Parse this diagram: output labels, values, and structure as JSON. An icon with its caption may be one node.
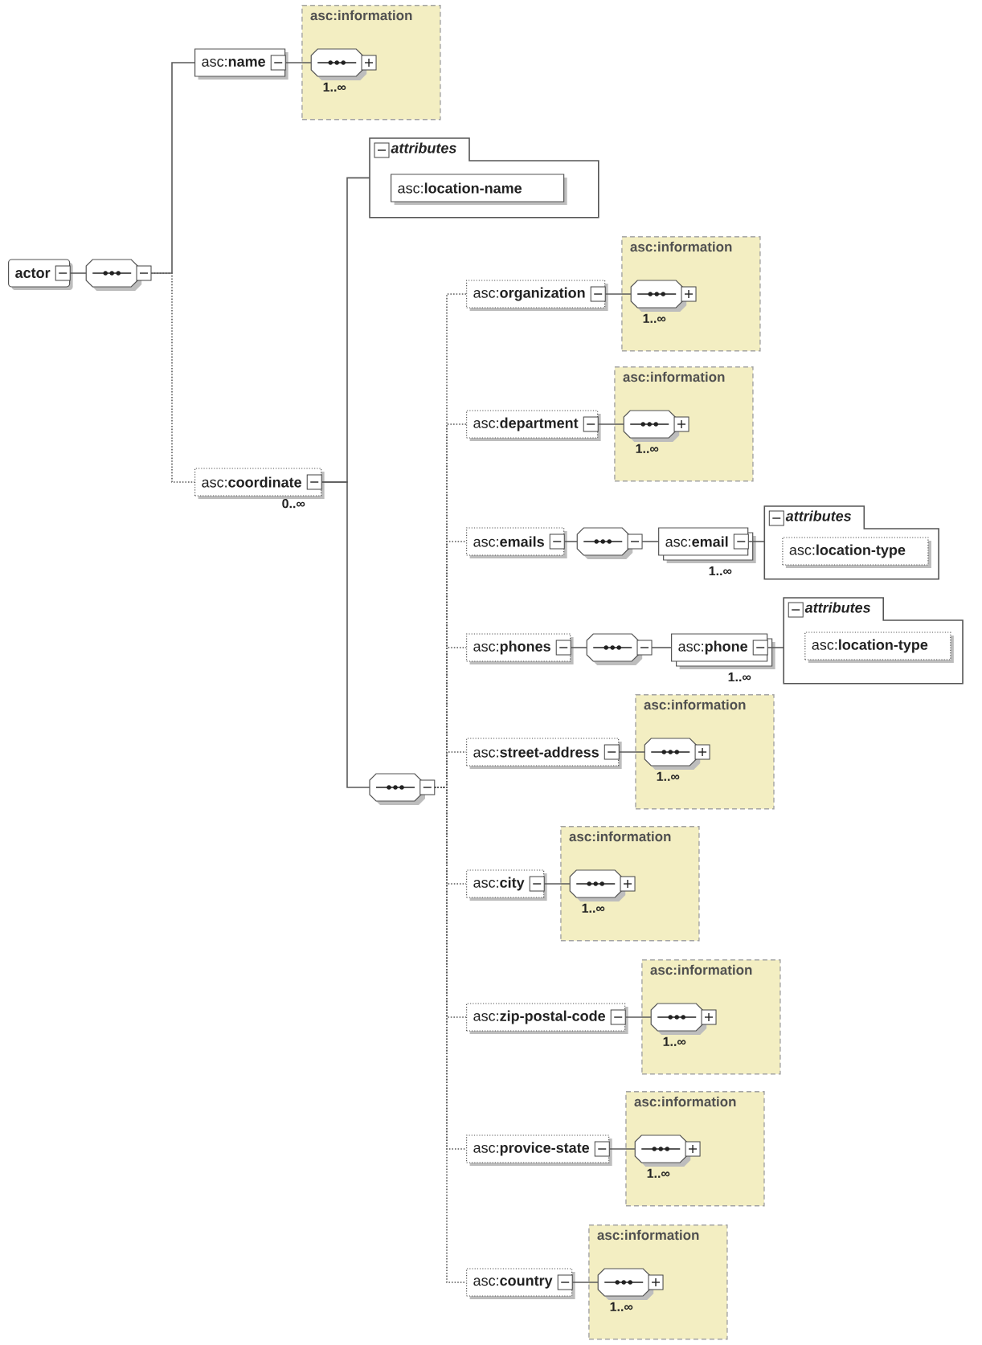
{
  "diagram": {
    "nodes": [
      {
        "text": [
          "actor"
        ]
      },
      {
        "text": [],
        "shape": "octagon"
      },
      {
        "text": [
          "asc:**name**"
        ]
      },
      {
        "text": [
          "asc:information"
        ]
      },
      {
        "text": [],
        "shape": "octagon",
        "in": 3,
        "beside": [
          "1..∞"
        ]
      },
      {
        "text": [
          "asc:**coordinate**"
        ],
        "beside": [
          "0..∞"
        ]
      },
      {
        "text": [
          "attributes"
        ]
      },
      {
        "text": [
          "asc:**location-name**"
        ],
        "in": 6
      },
      {
        "text": [],
        "shape": "octagon"
      },
      {
        "text": [
          "asc:**organization**"
        ]
      },
      {
        "text": [
          "asc:information"
        ]
      },
      {
        "text": [],
        "shape": "octagon",
        "in": 10,
        "beside": [
          "1..∞"
        ]
      },
      {
        "text": [
          "asc:**department**"
        ]
      },
      {
        "text": [
          "asc:information"
        ]
      },
      {
        "text": [],
        "shape": "octagon",
        "in": 13,
        "beside": [
          "1..∞"
        ]
      },
      {
        "text": [
          "asc:**emails**"
        ]
      },
      {
        "text": [],
        "shape": "octagon"
      },
      {
        "text": [
          "asc:**email**"
        ],
        "beside": [
          "1..∞"
        ]
      },
      {
        "text": [
          "attributes"
        ]
      },
      {
        "text": [
          "asc:**location-type**"
        ],
        "in": 18
      },
      {
        "text": [
          "asc:**phones**"
        ]
      },
      {
        "text": [],
        "shape": "octagon"
      },
      {
        "text": [
          "asc:**phone**"
        ],
        "beside": [
          "1..∞"
        ]
      },
      {
        "text": [
          "attributes"
        ]
      },
      {
        "text": [
          "asc:**location-type**"
        ],
        "in": 23
      },
      {
        "text": [
          "asc:**street-address**"
        ]
      },
      {
        "text": [
          "asc:information"
        ]
      },
      {
        "text": [],
        "shape": "octagon",
        "in": 26,
        "beside": [
          "1..∞"
        ]
      },
      {
        "text": [
          "asc:**city**"
        ]
      },
      {
        "text": [
          "asc:information"
        ]
      },
      {
        "text": [],
        "shape": "octagon",
        "in": 29,
        "beside": [
          "1..∞"
        ]
      },
      {
        "text": [
          "asc:**zip-postal-code**"
        ]
      },
      {
        "text": [
          "asc:information"
        ]
      },
      {
        "text": [],
        "shape": "octagon",
        "in": 32,
        "beside": [
          "1..∞"
        ]
      },
      {
        "text": [
          "asc:**provice-state**"
        ]
      },
      {
        "text": [
          "asc:information"
        ]
      },
      {
        "text": [],
        "shape": "octagon",
        "in": 35,
        "beside": [
          "1..∞"
        ]
      },
      {
        "text": [
          "asc:**country**"
        ]
      },
      {
        "text": [
          "asc:information"
        ]
      },
      {
        "text": [],
        "shape": "octagon",
        "in": 38,
        "beside": [
          "1..∞"
        ]
      }
    ],
    "edges": [
      {
        "from": 0,
        "to": 1,
        "arrow": "none"
      },
      {
        "from": 1,
        "to": 2,
        "arrow": "none"
      },
      {
        "from": 1,
        "to": 5,
        "arrow": "none",
        "style": "dashed"
      },
      {
        "from": 2,
        "to": 4,
        "arrow": "none"
      },
      {
        "from": 5,
        "to": 6,
        "arrow": "none"
      },
      {
        "from": 5,
        "to": 8,
        "arrow": "none"
      },
      {
        "from": 8,
        "to": 9,
        "arrow": "none",
        "style": "dashed"
      },
      {
        "from": 9,
        "to": 11,
        "arrow": "none"
      },
      {
        "from": 8,
        "to": 12,
        "arrow": "none",
        "style": "dashed"
      },
      {
        "from": 12,
        "to": 14,
        "arrow": "none"
      },
      {
        "from": 8,
        "to": 15,
        "arrow": "none",
        "style": "dashed"
      },
      {
        "from": 15,
        "to": 16,
        "arrow": "none"
      },
      {
        "from": 16,
        "to": 17,
        "arrow": "none"
      },
      {
        "from": 17,
        "to": 18,
        "arrow": "none"
      },
      {
        "from": 8,
        "to": 20,
        "arrow": "none",
        "style": "dashed"
      },
      {
        "from": 20,
        "to": 21,
        "arrow": "none"
      },
      {
        "from": 21,
        "to": 22,
        "arrow": "none"
      },
      {
        "from": 22,
        "to": 23,
        "arrow": "none"
      },
      {
        "from": 8,
        "to": 25,
        "arrow": "none",
        "style": "dashed"
      },
      {
        "from": 25,
        "to": 27,
        "arrow": "none"
      },
      {
        "from": 8,
        "to": 28,
        "arrow": "none",
        "style": "dashed"
      },
      {
        "from": 28,
        "to": 30,
        "arrow": "none"
      },
      {
        "from": 8,
        "to": 31,
        "arrow": "none",
        "style": "dashed"
      },
      {
        "from": 31,
        "to": 33,
        "arrow": "none"
      },
      {
        "from": 8,
        "to": 34,
        "arrow": "none",
        "style": "dashed"
      },
      {
        "from": 34,
        "to": 36,
        "arrow": "none"
      },
      {
        "from": 8,
        "to": 37,
        "arrow": "none",
        "style": "dashed"
      },
      {
        "from": 37,
        "to": 39,
        "arrow": "none"
      }
    ]
  }
}
